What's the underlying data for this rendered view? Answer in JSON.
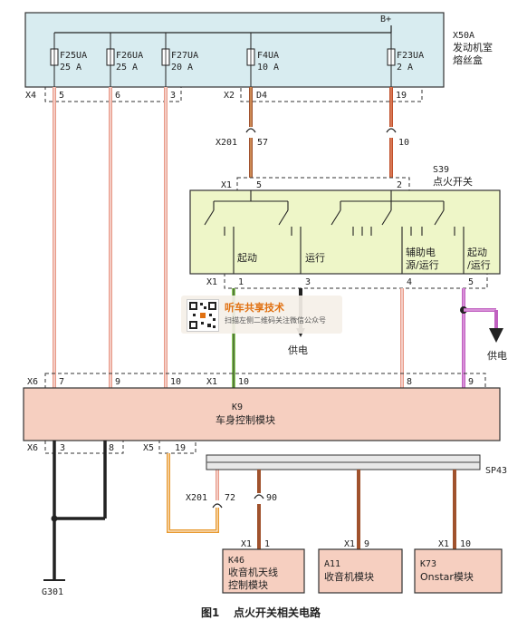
{
  "fusebox": {
    "id": "X50A",
    "name": "发动机室",
    "name2": "熔丝盒",
    "bplus": "B+",
    "fuses": [
      {
        "name": "F25UA",
        "rating": "25 A",
        "pin": "5"
      },
      {
        "name": "F26UA",
        "rating": "25 A",
        "pin": "6"
      },
      {
        "name": "F27UA",
        "rating": "20 A",
        "pin": "3"
      },
      {
        "name": "F4UA",
        "rating": "10 A",
        "pin": "D4"
      },
      {
        "name": "F23UA",
        "rating": "2 A",
        "pin": "19"
      }
    ],
    "connector_x4": "X4",
    "connector_x2": "X2"
  },
  "junction": {
    "connector": "X201",
    "pin_a": "57",
    "pin_b": "10"
  },
  "ignition_switch": {
    "id": "S39",
    "name": "点火开关",
    "connector_top": "X1",
    "pin_top_5": "5",
    "pin_top_2": "2",
    "connector_bottom": "X1",
    "pins_bottom": [
      "1",
      "3",
      "4",
      "5"
    ],
    "label_start": "起动",
    "label_run": "运行",
    "label_acc_1": "辅助电",
    "label_acc_2": "源/运行",
    "label_startrun_1": "起动",
    "label_startrun_2": "/运行"
  },
  "supply_label_1": "供电",
  "supply_label_2": "供电",
  "bcm": {
    "id": "K9",
    "name": "车身控制模块",
    "connector_x6": "X6",
    "connector_x1": "X1",
    "pins_top": [
      "7",
      "9",
      "10",
      "10",
      "8",
      "9"
    ],
    "connector_x6b": "X6",
    "pins_bottom_x6": [
      "3",
      "8"
    ],
    "connector_x5": "X5",
    "pin_x5": "19"
  },
  "splice": {
    "id": "SP43"
  },
  "junction2": {
    "connector": "X201",
    "pin_a": "72",
    "pin_b": "90"
  },
  "ground": {
    "id": "G301"
  },
  "modules": [
    {
      "id": "K46",
      "name1": "收音机天线",
      "name2": "控制模块",
      "connector": "X1",
      "pin": "1"
    },
    {
      "id": "A11",
      "name1": "收音机模块",
      "name2": "",
      "connector": "X1",
      "pin": "9"
    },
    {
      "id": "K73",
      "name1": "Onstar模块",
      "name2": "",
      "connector": "X1",
      "pin": "10"
    }
  ],
  "caption": {
    "fig": "图1",
    "text": "点火开关相关电路"
  },
  "watermark": {
    "title": "听车共享技术",
    "subtitle": "扫描左侧二维码关注微信公众号"
  },
  "colors": {
    "fusebox_fill": "#d8ecf0",
    "switch_fill": "#eef6c8",
    "bcm_fill": "#f6cfc0",
    "module_fill": "#f6cfc0",
    "splice_fill": "#e8e8e8",
    "wire_pink": "#e89a88",
    "wire_dark": "#c0502a",
    "wire_black": "#222222",
    "wire_green": "#8ccf5a",
    "wire_purple": "#c060c0",
    "wire_orange": "#e89a30",
    "wire_brown": "#a0522d",
    "accent_orange": "#e07010"
  }
}
